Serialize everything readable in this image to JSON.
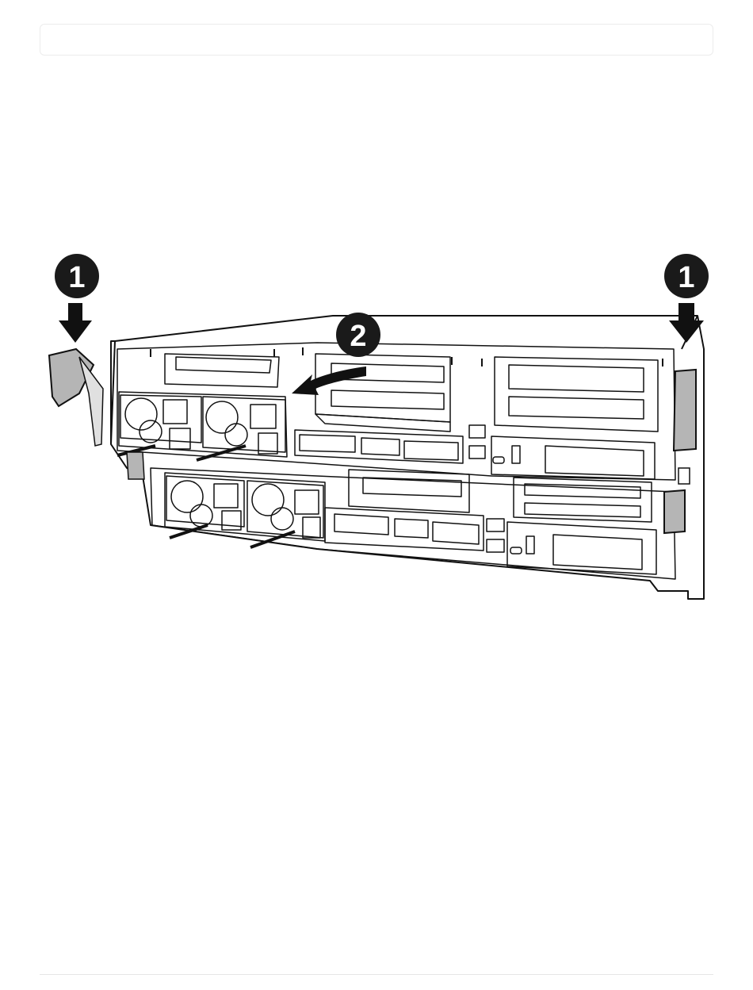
{
  "figure": {
    "callouts": [
      {
        "label": "1"
      },
      {
        "label": "2"
      },
      {
        "label": "1"
      }
    ],
    "colors": {
      "line": "#111111",
      "callout_fill": "#1a1a1a",
      "callout_text": "#ffffff",
      "handle": "#b5b5b5"
    }
  }
}
